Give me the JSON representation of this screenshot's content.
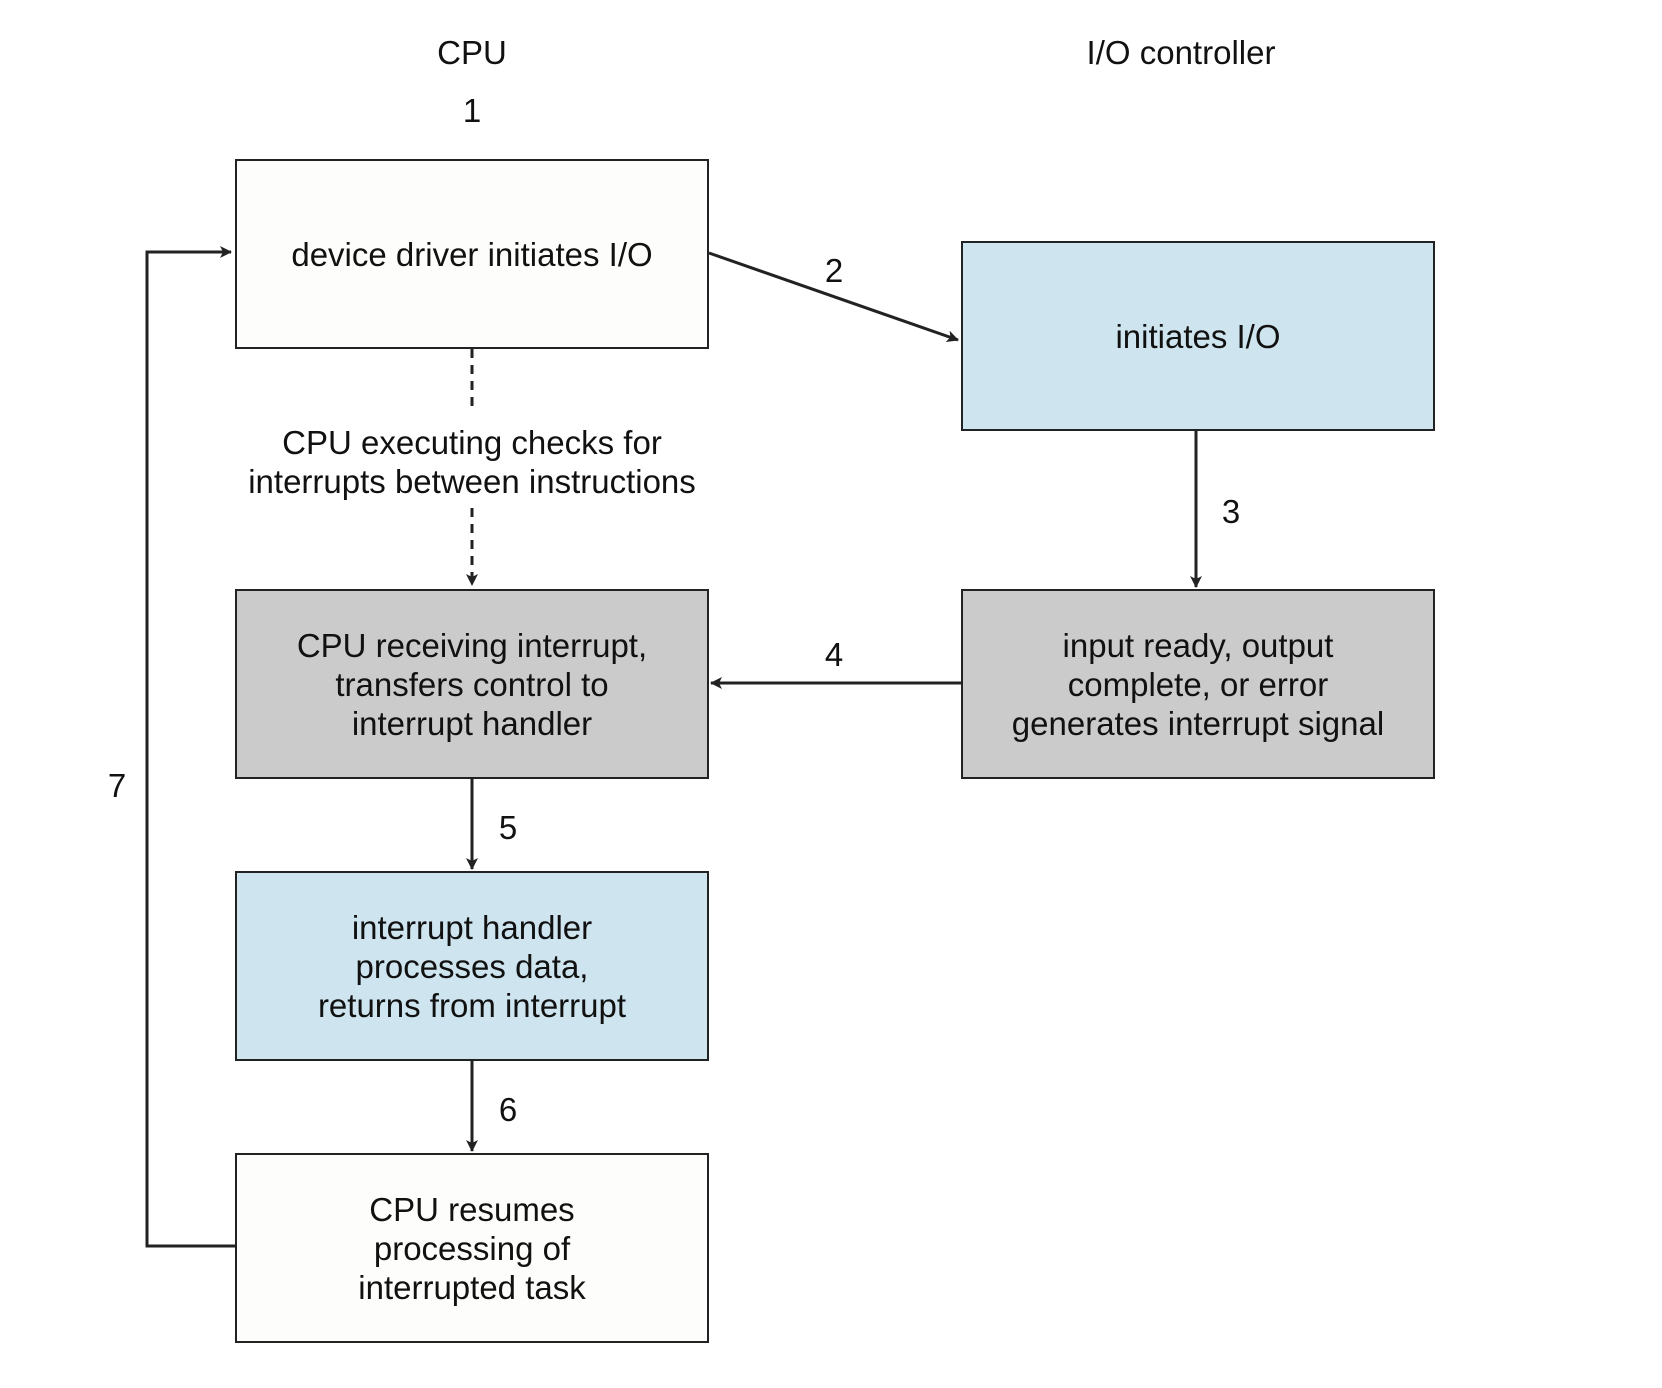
{
  "columns": {
    "cpu": "CPU",
    "io": "I/O controller"
  },
  "steps": {
    "s1": "1",
    "s2": "2",
    "s3": "3",
    "s4": "4",
    "s5": "5",
    "s6": "6",
    "s7": "7"
  },
  "boxes": {
    "driver_initiates": "device driver initiates I/O",
    "io_initiates": "initiates I/O",
    "cpu_receiving": "CPU receiving interrupt,\ntransfers control to\ninterrupt handler",
    "io_signal": "input ready, output\ncomplete, or error\ngenerates interrupt signal",
    "handler_processes": "interrupt handler\nprocesses data,\nreturns from interrupt",
    "cpu_resumes": "CPU resumes\nprocessing of\ninterrupted task"
  },
  "annotations": {
    "checking": "CPU executing checks for\ninterrupts between instructions"
  },
  "colors": {
    "white_box": "#FDFDFB",
    "blue_box": "#CEE5EF",
    "gray_box": "#CBCBCB",
    "line": "#222222"
  }
}
